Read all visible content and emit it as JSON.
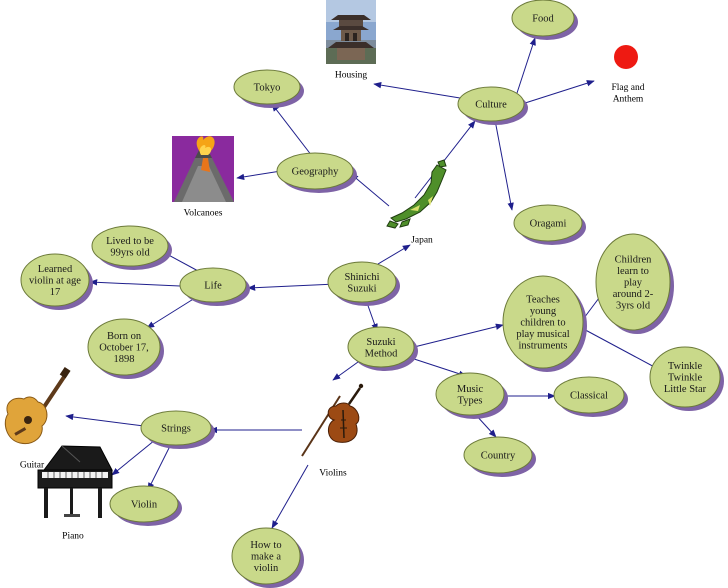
{
  "colors": {
    "bubble_fill": "#c9d98a",
    "bubble_stroke": "#6c7a3a",
    "bubble_shadow": "#7e63a6",
    "link": "#1f1f8c",
    "flag_red": "#ee1a12"
  },
  "nodes": {
    "shinichi_suzuki": [
      "Shinichi",
      "Suzuki"
    ],
    "japan": [
      "Japan"
    ],
    "culture": [
      "Culture"
    ],
    "food": [
      "Food"
    ],
    "housing": [
      "Housing"
    ],
    "flag_anthem": [
      "Flag and",
      "Anthem"
    ],
    "origami": [
      "Oragami"
    ],
    "geography": [
      "Geography"
    ],
    "tokyo": [
      "Tokyo"
    ],
    "volcanoes": [
      "Volcanoes"
    ],
    "life": [
      "Life"
    ],
    "lived_99": [
      "Lived to be",
      "99yrs old"
    ],
    "learned_violin": [
      "Learned",
      "violin at age",
      "17"
    ],
    "born": [
      "Born on",
      "October 17,",
      "1898"
    ],
    "suzuki_method": [
      "Suzuki",
      "Method"
    ],
    "teaches": [
      "Teaches",
      "young",
      "children to",
      "play musical",
      "instruments"
    ],
    "children_learn": [
      "Children",
      "learn to",
      "play",
      "around 2-",
      "3yrs old"
    ],
    "twinkle": [
      "Twinkle",
      "Twinkle",
      "Little Star"
    ],
    "music_types": [
      "Music",
      "Types"
    ],
    "classical": [
      "Classical"
    ],
    "country": [
      "Country"
    ],
    "violins": [
      "Violins"
    ],
    "strings": [
      "Strings"
    ],
    "guitar": [
      "Guitar"
    ],
    "piano": [
      "Piano"
    ],
    "violin": [
      "Violin"
    ],
    "how_to_make": [
      "How to",
      "make a",
      "violin"
    ]
  },
  "icons": {
    "housing_image": "pagoda-photo",
    "flag_image": "japan-flag-circle",
    "japan_image": "japan-map",
    "volcano_image": "volcano-clipart",
    "violin_image": "violin-clipart",
    "guitar_image": "guitar-clipart",
    "piano_image": "piano-clipart"
  }
}
